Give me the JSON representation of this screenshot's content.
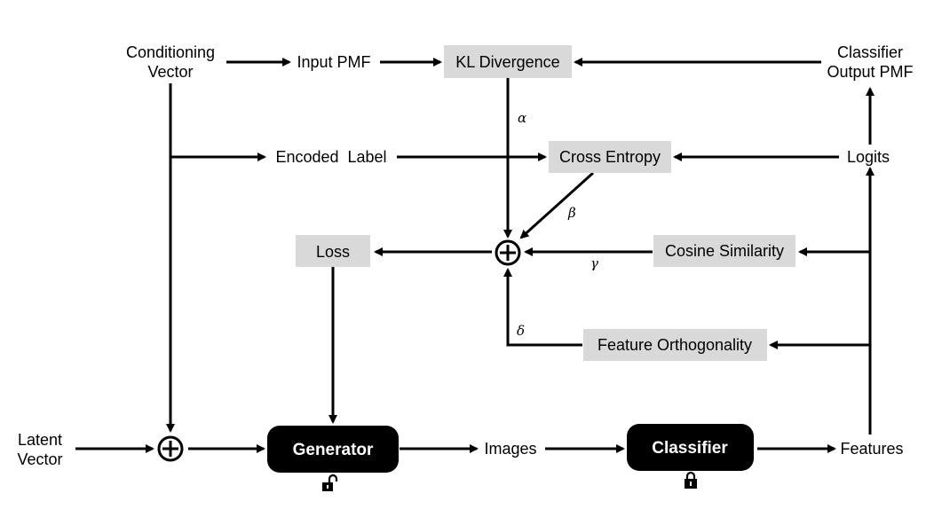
{
  "nodes": {
    "conditioning_vector": [
      "Conditioning",
      "Vector"
    ],
    "input_pmf": "Input PMF",
    "kl_divergence": "KL Divergence",
    "classifier_output_pmf": [
      "Classifier",
      "Output PMF"
    ],
    "encoded_label": "Encoded  Label",
    "cross_entropy": "Cross Entropy",
    "logits": "Logits",
    "loss": "Loss",
    "cosine_similarity": "Cosine Similarity",
    "feature_orthogonality": "Feature Orthogonality",
    "latent_vector": [
      "Latent",
      "Vector"
    ],
    "generator": "Generator",
    "images": "Images",
    "classifier": "Classifier",
    "features": "Features"
  },
  "weights": {
    "alpha": "α",
    "beta": "β",
    "gamma": "γ",
    "delta": "δ"
  },
  "sum_symbol": "⊕",
  "generator_lock": "unlocked-icon",
  "classifier_lock": "locked-icon"
}
